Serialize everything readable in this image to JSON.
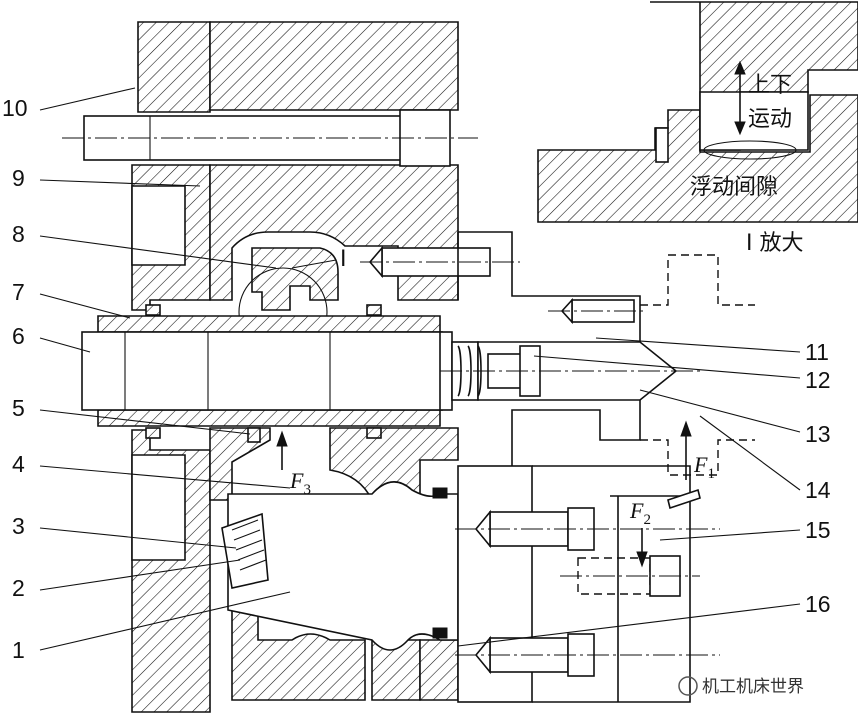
{
  "part_labels": [
    "1",
    "2",
    "3",
    "4",
    "5",
    "6",
    "7",
    "8",
    "9",
    "10",
    "11",
    "12",
    "13",
    "14",
    "15",
    "16"
  ],
  "detail": {
    "label": "Ⅰ",
    "motion_line1": "上下",
    "motion_line2": "运动",
    "gap_label": "浮动间隙",
    "caption": "Ⅰ 放大"
  },
  "forces": {
    "f1": {
      "symbol": "F",
      "sub": "1"
    },
    "f2": {
      "symbol": "F",
      "sub": "2"
    },
    "f3": {
      "symbol": "F",
      "sub": "3"
    }
  },
  "watermark": "机工机床世界"
}
